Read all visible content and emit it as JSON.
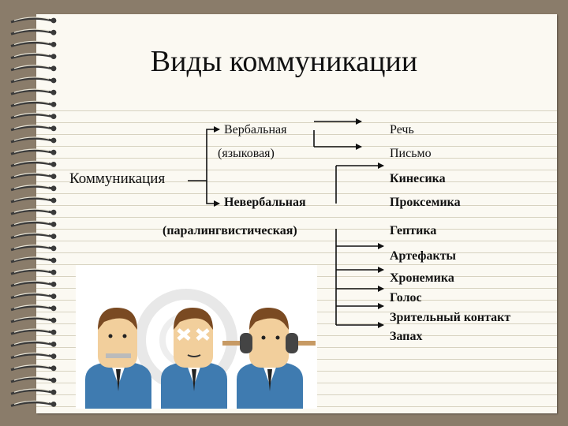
{
  "title": "Виды коммуникации",
  "root": "Коммуникация",
  "verbal": {
    "label": "Вербальная",
    "sub": "(языковая)",
    "children": [
      "Речь",
      "Письмо"
    ]
  },
  "nonverbal": {
    "label": "Невербальная",
    "sub": "(паралингвистическая)",
    "children": [
      "Кинесика",
      "Проксемика",
      "Гептика",
      "Артефакты",
      "Хронемика",
      "Голос",
      "Зрительный контакт",
      "Запах"
    ]
  }
}
